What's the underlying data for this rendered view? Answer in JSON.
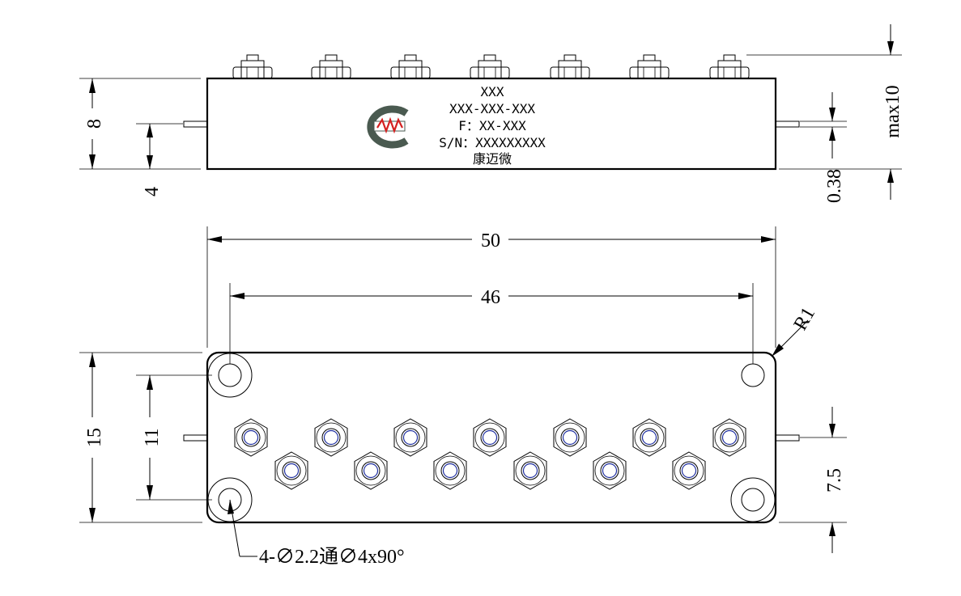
{
  "side_view": {
    "label_lines": [
      "XXX",
      "XXX-XXX-XXX",
      "F：XX-XXX",
      "S/N：XXXXXXXXX",
      "康迈微"
    ],
    "dim_height": "8",
    "dim_pin_height": "4",
    "dim_pin_dia": "0.38",
    "dim_max_height": "max10"
  },
  "top_view": {
    "dim_length": "50",
    "dim_hole_pitch": "46",
    "dim_width": "15",
    "dim_hole_span": "11",
    "dim_pin_offset": "7.5",
    "dim_corner_radius": "R1",
    "hole_callout": "4-∅2.2通∅4x90°"
  },
  "logo": {
    "ring_color": "#4a5a50",
    "wave_color": "#d42020"
  },
  "tuning_screw_color": "#2030a0"
}
